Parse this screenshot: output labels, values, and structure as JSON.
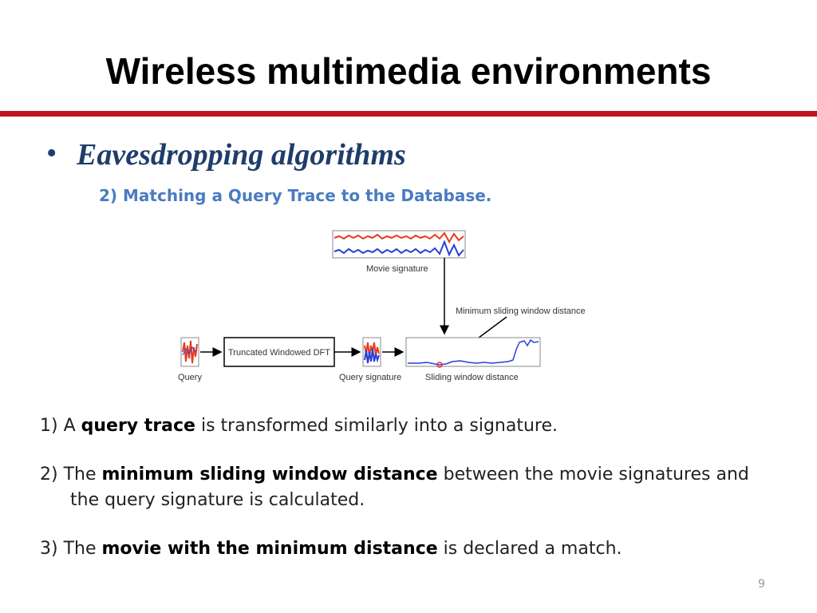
{
  "slide": {
    "title": "Wireless multimedia environments",
    "bullet_heading": "Eavesdropping algorithms",
    "subheading": "2) Matching a Query Trace to the Database.",
    "page_number": "9"
  },
  "diagram": {
    "labels": {
      "movie_signature": "Movie signature",
      "min_distance": "Minimum sliding window distance",
      "dft_box": "Truncated Windowed DFT",
      "query": "Query",
      "query_signature": "Query signature",
      "sliding_distance": "Sliding window distance"
    },
    "colors": {
      "red_trace": "#e83a1e",
      "blue_trace": "#2a3fd6",
      "min_marker": "#e03040"
    }
  },
  "steps": [
    {
      "prefix": "1) A ",
      "bold": "query trace",
      "suffix": " is transformed similarly into a signature."
    },
    {
      "prefix": "2) The ",
      "bold": "minimum sliding window distance",
      "suffix": " between the movie signatures and",
      "continuation": "the query signature is calculated."
    },
    {
      "prefix": "3) The ",
      "bold": "movie with the minimum distance",
      "suffix": " is declared a match."
    }
  ]
}
